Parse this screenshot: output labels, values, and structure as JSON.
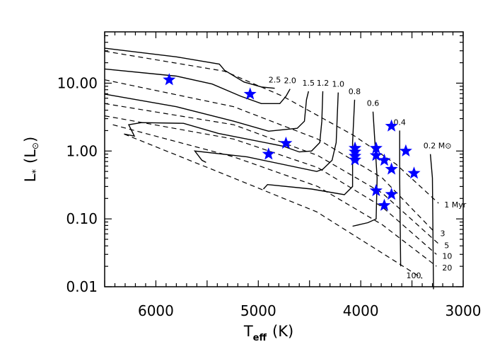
{
  "chart_data": {
    "type": "scatter",
    "title": "",
    "xlabel": {
      "main": "T",
      "sub": "eff",
      "unit": "(K)"
    },
    "ylabel": {
      "main": "L",
      "sub": "*",
      "unit_open": "(L",
      "unit_sub": "⊙",
      "unit_close": ")"
    },
    "xlim": [
      6500,
      3000
    ],
    "ylim": [
      0.01,
      57
    ],
    "yscale": "log",
    "x_ticks": [
      6000,
      5000,
      4000,
      3000
    ],
    "x_tick_labels": [
      "6000",
      "5000",
      "4000",
      "3000"
    ],
    "y_ticks": [
      10,
      1,
      0.1,
      0.01
    ],
    "y_tick_labels": [
      "10.00",
      "1.00",
      "0.10",
      "0.01"
    ],
    "grid": false,
    "legend": "none",
    "star_color": "#0000ff",
    "stars": [
      [
        5870,
        11.2
      ],
      [
        5080,
        6.9
      ],
      [
        4730,
        1.3
      ],
      [
        4900,
        0.9
      ],
      [
        4056,
        1.1
      ],
      [
        4056,
        0.97
      ],
      [
        4056,
        0.84
      ],
      [
        4056,
        0.74
      ],
      [
        3850,
        1.1
      ],
      [
        3850,
        0.86
      ],
      [
        3770,
        0.73
      ],
      [
        3700,
        0.54
      ],
      [
        3700,
        2.33
      ],
      [
        3560,
        1.0
      ],
      [
        3480,
        0.47
      ],
      [
        3850,
        0.26
      ],
      [
        3700,
        0.23
      ],
      [
        3770,
        0.158
      ]
    ],
    "tracks": [
      {
        "label": "2.5",
        "points": [
          [
            6500,
            32.7
          ],
          [
            5800,
            24.4
          ],
          [
            5380,
            19.1
          ],
          [
            5330,
            15.5
          ],
          [
            5140,
            10.4
          ],
          [
            4970,
            8.8
          ],
          [
            4840,
            8.4
          ]
        ]
      },
      {
        "label": "2.0",
        "points": [
          [
            6500,
            16.2
          ],
          [
            5800,
            12.7
          ],
          [
            5450,
            9.7
          ],
          [
            5170,
            6.4
          ],
          [
            4970,
            5.0
          ],
          [
            4790,
            5.0
          ],
          [
            4730,
            6.4
          ],
          [
            4690,
            8.2
          ]
        ]
      },
      {
        "label": "1.5",
        "points": [
          [
            6500,
            6.9
          ],
          [
            5800,
            4.5
          ],
          [
            5240,
            2.75
          ],
          [
            4900,
            1.96
          ],
          [
            4620,
            2.16
          ],
          [
            4550,
            2.75
          ],
          [
            4530,
            5.7
          ],
          [
            4510,
            7.6
          ]
        ]
      },
      {
        "label": "1.2",
        "points": [
          [
            6310,
            1.78
          ],
          [
            6210,
            1.66
          ],
          [
            6265,
            2.44
          ],
          [
            6140,
            2.62
          ],
          [
            5730,
            2.56
          ],
          [
            5390,
            1.82
          ],
          [
            4760,
            1.18
          ],
          [
            4600,
            0.97
          ],
          [
            4480,
            1.0
          ],
          [
            4400,
            1.33
          ],
          [
            4380,
            2.75
          ],
          [
            4370,
            7.6
          ]
        ]
      },
      {
        "label": "1.0",
        "points": [
          [
            5510,
            0.68
          ],
          [
            5550,
            0.73
          ],
          [
            5620,
            1.0
          ],
          [
            5110,
            0.82
          ],
          [
            4430,
            0.5
          ],
          [
            4370,
            0.54
          ],
          [
            4280,
            0.73
          ],
          [
            4240,
            1.33
          ],
          [
            4220,
            7.3
          ]
        ]
      },
      {
        "label": "0.8",
        "points": [
          [
            4950,
            0.275
          ],
          [
            4910,
            0.32
          ],
          [
            4480,
            0.275
          ],
          [
            4160,
            0.227
          ],
          [
            4080,
            0.3
          ],
          [
            4080,
            1.33
          ],
          [
            4060,
            5.7
          ]
        ]
      },
      {
        "label": "0.6",
        "points": [
          [
            4080,
            0.078
          ],
          [
            3930,
            0.088
          ],
          [
            3850,
            0.1
          ],
          [
            3840,
            0.4
          ],
          [
            3880,
            3.8
          ]
        ]
      },
      {
        "label": "0.4",
        "points": [
          [
            3610,
            0.02
          ],
          [
            3620,
            0.4
          ],
          [
            3620,
            2.0
          ]
        ]
      },
      {
        "label": "0.2 M⊙",
        "points": [
          [
            3290,
            0.0092
          ],
          [
            3300,
            0.4
          ],
          [
            3320,
            0.9
          ]
        ]
      }
    ],
    "isochrones": [
      {
        "label": "1 Myr",
        "points": [
          [
            6500,
            29.6
          ],
          [
            5330,
            15.0
          ],
          [
            4760,
            6.4
          ],
          [
            4070,
            1.7
          ],
          [
            3655,
            0.64
          ],
          [
            3240,
            0.17
          ]
        ]
      },
      {
        "label": "3",
        "points": [
          [
            6500,
            11.2
          ],
          [
            5240,
            4.5
          ],
          [
            4420,
            1.5
          ],
          [
            3790,
            0.4
          ],
          [
            3280,
            0.064
          ]
        ]
      },
      {
        "label": "5",
        "points": [
          [
            6500,
            5.0
          ],
          [
            5240,
            2.44
          ],
          [
            4420,
            0.86
          ],
          [
            3790,
            0.24
          ],
          [
            3240,
            0.043
          ]
        ]
      },
      {
        "label": "10",
        "points": [
          [
            6500,
            3.3
          ],
          [
            5240,
            1.5
          ],
          [
            4420,
            0.57
          ],
          [
            3790,
            0.15
          ],
          [
            3260,
            0.03
          ]
        ]
      },
      {
        "label": "20",
        "points": [
          [
            6420,
            2.44
          ],
          [
            5240,
            0.82
          ],
          [
            4420,
            0.3
          ],
          [
            3790,
            0.082
          ],
          [
            3260,
            0.02
          ]
        ]
      },
      {
        "label": "100",
        "points": [
          [
            6310,
            1.78
          ],
          [
            5400,
            0.5
          ],
          [
            4430,
            0.127
          ],
          [
            3400,
            0.0133
          ]
        ]
      }
    ]
  }
}
